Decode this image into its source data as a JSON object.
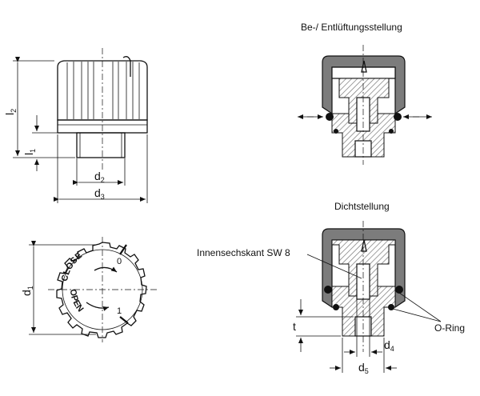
{
  "labels": {
    "venting_position": "Be-/ Entlüftungsstellung",
    "sealing_position": "Dichtstellung",
    "hex_socket": "Innensechskant SW 8",
    "o_ring": "O-Ring"
  },
  "dimensions": {
    "l": "l",
    "d": "d",
    "t": "t",
    "sub_1": "1",
    "sub_2": "2",
    "sub_3": "3",
    "sub_4": "4",
    "sub_5": "5"
  },
  "cap_text": {
    "close": "CLOSE",
    "open": "OPEN",
    "mark_0": "0",
    "mark_1": "1"
  }
}
